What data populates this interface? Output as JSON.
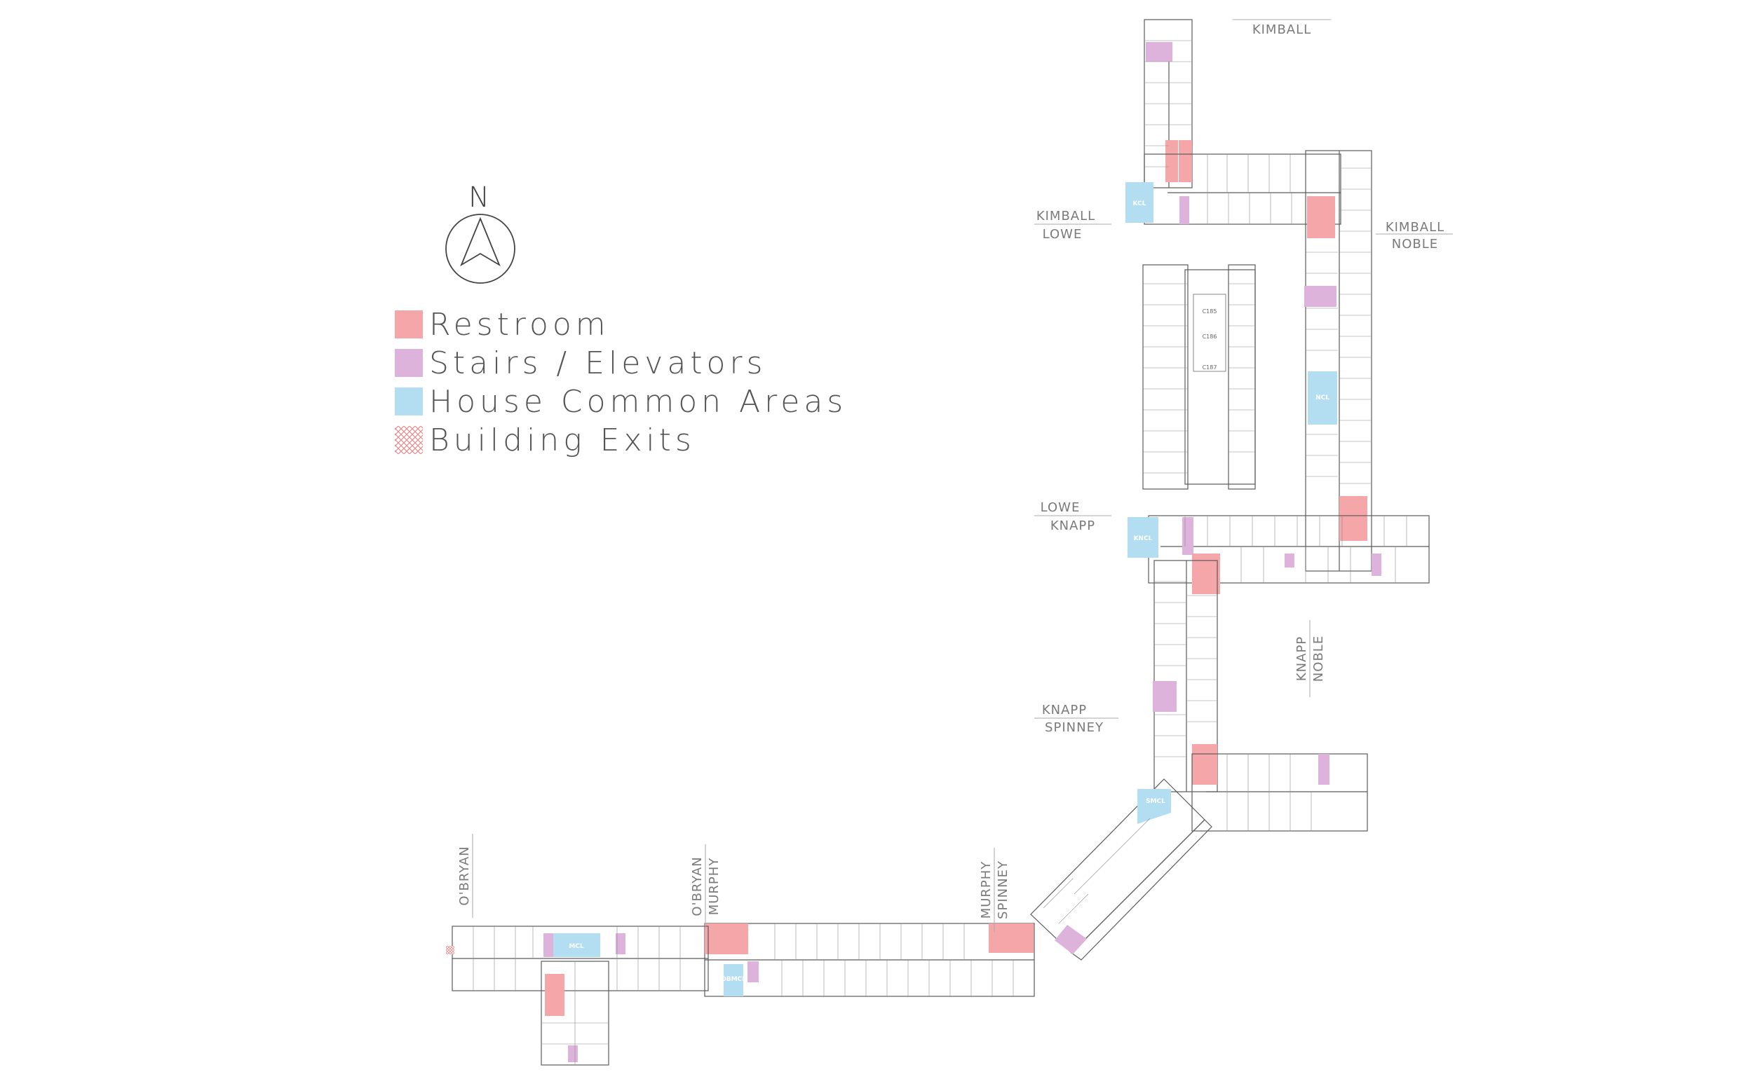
{
  "legend": {
    "items": [
      {
        "label": "Restroom",
        "color": "#f4a6a8",
        "pattern": "solid"
      },
      {
        "label": "Stairs / Elevators",
        "color": "#ddb3dc",
        "pattern": "solid"
      },
      {
        "label": "House Common Areas",
        "color": "#b3def2",
        "pattern": "solid"
      },
      {
        "label": "Building Exits",
        "color": "#f4a6a8",
        "pattern": "crosshatch"
      }
    ]
  },
  "compass": {
    "letter": "N"
  },
  "wing_labels": {
    "kimball": "KIMBALL",
    "kimball_lowe": [
      "KIMBALL",
      "LOWE"
    ],
    "kimball_noble": [
      "KIMBALL",
      "NOBLE"
    ],
    "lowe_knapp": [
      "LOWE",
      "KNAPP"
    ],
    "knapp_noble": [
      "KNAPP",
      "NOBLE"
    ],
    "knapp_spinney": [
      "KNAPP",
      "SPINNEY"
    ],
    "murphy_spinney": [
      "MURPHY",
      "SPINNEY"
    ],
    "obryan_murphy": [
      "O'BRYAN",
      "MURPHY"
    ],
    "obryan": "O'BRYAN"
  },
  "inner_labels": [
    "C185",
    "C186",
    "C187"
  ],
  "common_area_labels": [
    "KCL",
    "NCL",
    "KNCL",
    "SMCL",
    "OBMCL",
    "MCL"
  ]
}
